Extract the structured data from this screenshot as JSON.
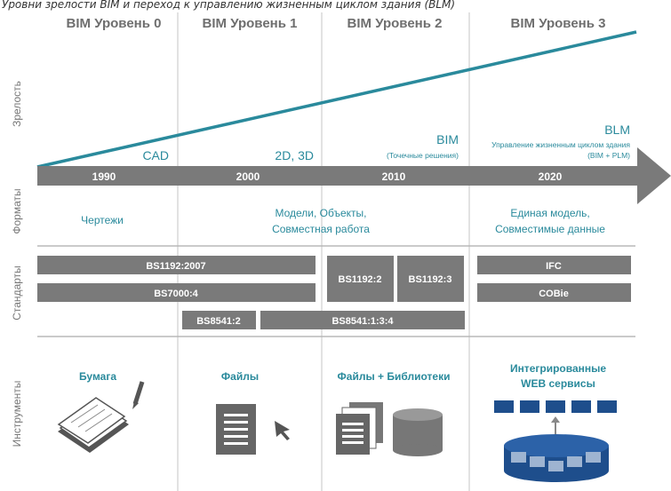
{
  "caption": "Уровни зрелости BIM и переход к управлению жизненным циклом здания (BLM)",
  "levels": [
    "BIM Уровень 0",
    "BIM Уровень 1",
    "BIM Уровень 2",
    "BIM Уровень 3"
  ],
  "row_labels": {
    "maturity": "Зрелость",
    "formats": "Форматы",
    "standards": "Стандарты",
    "tools": "Инструменты"
  },
  "maturity": {
    "cad": "CAD",
    "d23": "2D, 3D",
    "bim": "BIM",
    "bim_sub": "(Точечные решения)",
    "blm": "BLM",
    "blm_sub1": "Управление жизненным циклом здания",
    "blm_sub2": "(BIM + PLM)"
  },
  "years": [
    "1990",
    "2000",
    "2010",
    "2020"
  ],
  "formats": {
    "f0": "Чертежи",
    "f12_line1": "Модели, Объекты,",
    "f12_line2": "Совместная работа",
    "f3_line1": "Единая модель,",
    "f3_line2": "Совместимые данные"
  },
  "standards": {
    "bs1192_2007": "BS1192:2007",
    "bs7000": "BS7000:4",
    "bs8541_2": "BS8541:2",
    "bs8541_134": "BS8541:1:3:4",
    "bs1192_2": "BS1192:2",
    "bs1192_3": "BS1192:3",
    "ifc": "IFC",
    "cobie": "COBie"
  },
  "tools": {
    "t0": "Бумага",
    "t1": "Файлы",
    "t2": "Файлы + Библиотеки",
    "t3_line1": "Интегрированные",
    "t3_line2": "WEB сервисы"
  },
  "colors": {
    "teal": "#2a8a9c",
    "bar": "#7a7a7a",
    "dark": "#555555",
    "blue": "#1e4e8c",
    "grid": "#b8b8b8"
  }
}
